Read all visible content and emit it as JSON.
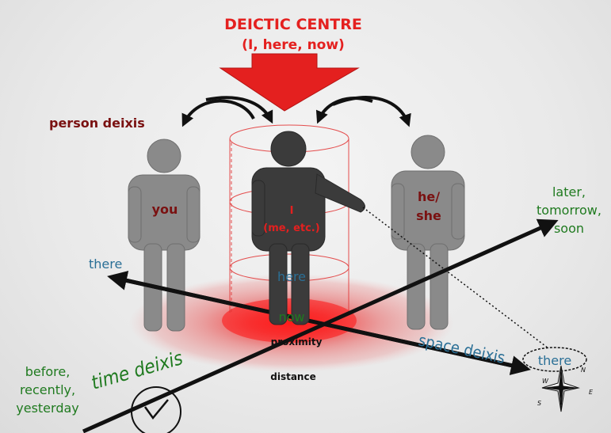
{
  "title": "DEICTIC CENTRE",
  "subtitle": "(I, here, now)",
  "person_deixis": "person deixis",
  "figures": {
    "you": "you",
    "i_line1": "I",
    "i_line2": "(me, etc.)",
    "he_line1": "he/",
    "he_line2": "she"
  },
  "space": {
    "here": "here",
    "there_left": "there",
    "there_right": "there",
    "label": "space deixis"
  },
  "time": {
    "now": "now",
    "future": [
      "later,",
      "tomorrow,",
      "soon"
    ],
    "past": [
      "before,",
      "recently,",
      "yesterday"
    ],
    "label": "time deixis"
  },
  "proximity": "proximity",
  "distance": "distance",
  "compass": {
    "n": "N",
    "e": "E",
    "s": "S",
    "w": "W"
  },
  "colors": {
    "title_red": "#e4201f",
    "dark_red": "#7a1111",
    "green": "#1f7a1f",
    "blue": "#2a6f96",
    "figure_gray": "#8a8a8a",
    "figure_dark": "#3b3b3b"
  }
}
